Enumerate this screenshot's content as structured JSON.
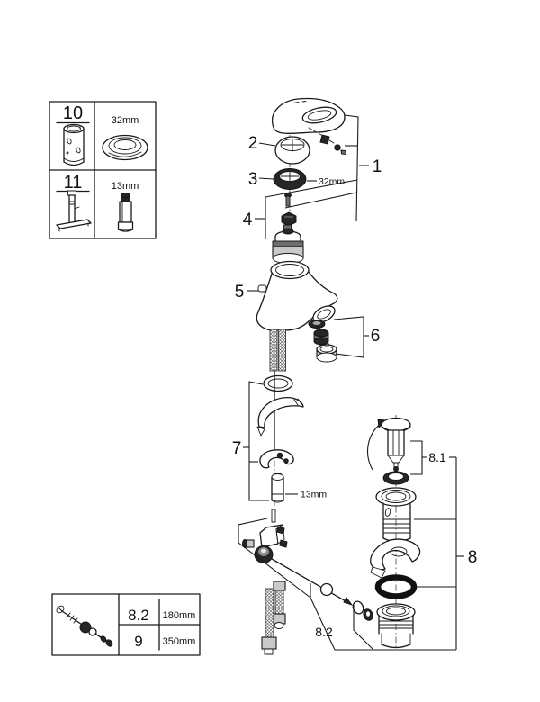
{
  "labels": {
    "part1": "1",
    "part2": "2",
    "part3": "3",
    "part4": "4",
    "part5": "5",
    "part6": "6",
    "part7": "7",
    "part8": "8",
    "part8_1": "8.1",
    "part8_2": "8.2",
    "dim_32mm": "32mm",
    "dim_13mm": "13mm"
  },
  "tool_table": {
    "rows": [
      {
        "ref": "10",
        "size": "32mm"
      },
      {
        "ref": "11",
        "size": "13mm"
      }
    ]
  },
  "spec_table": {
    "rows": [
      {
        "ref": "8.2",
        "size": "180mm"
      },
      {
        "ref": "9",
        "size": "350mm"
      }
    ]
  }
}
